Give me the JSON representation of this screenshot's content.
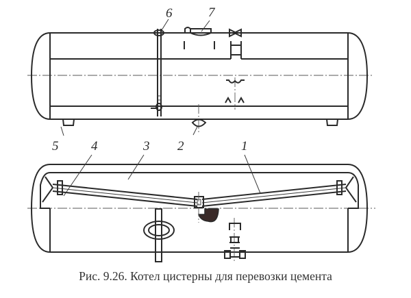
{
  "figure": {
    "caption": "Рис. 9.26. Котел цистерны для перевозки цемента",
    "labels": {
      "l1": "1",
      "l2": "2",
      "l3": "3",
      "l4": "4",
      "l5": "5",
      "l6": "6",
      "l7": "7"
    },
    "views": [
      "side-view-exterior",
      "side-view-section"
    ]
  }
}
